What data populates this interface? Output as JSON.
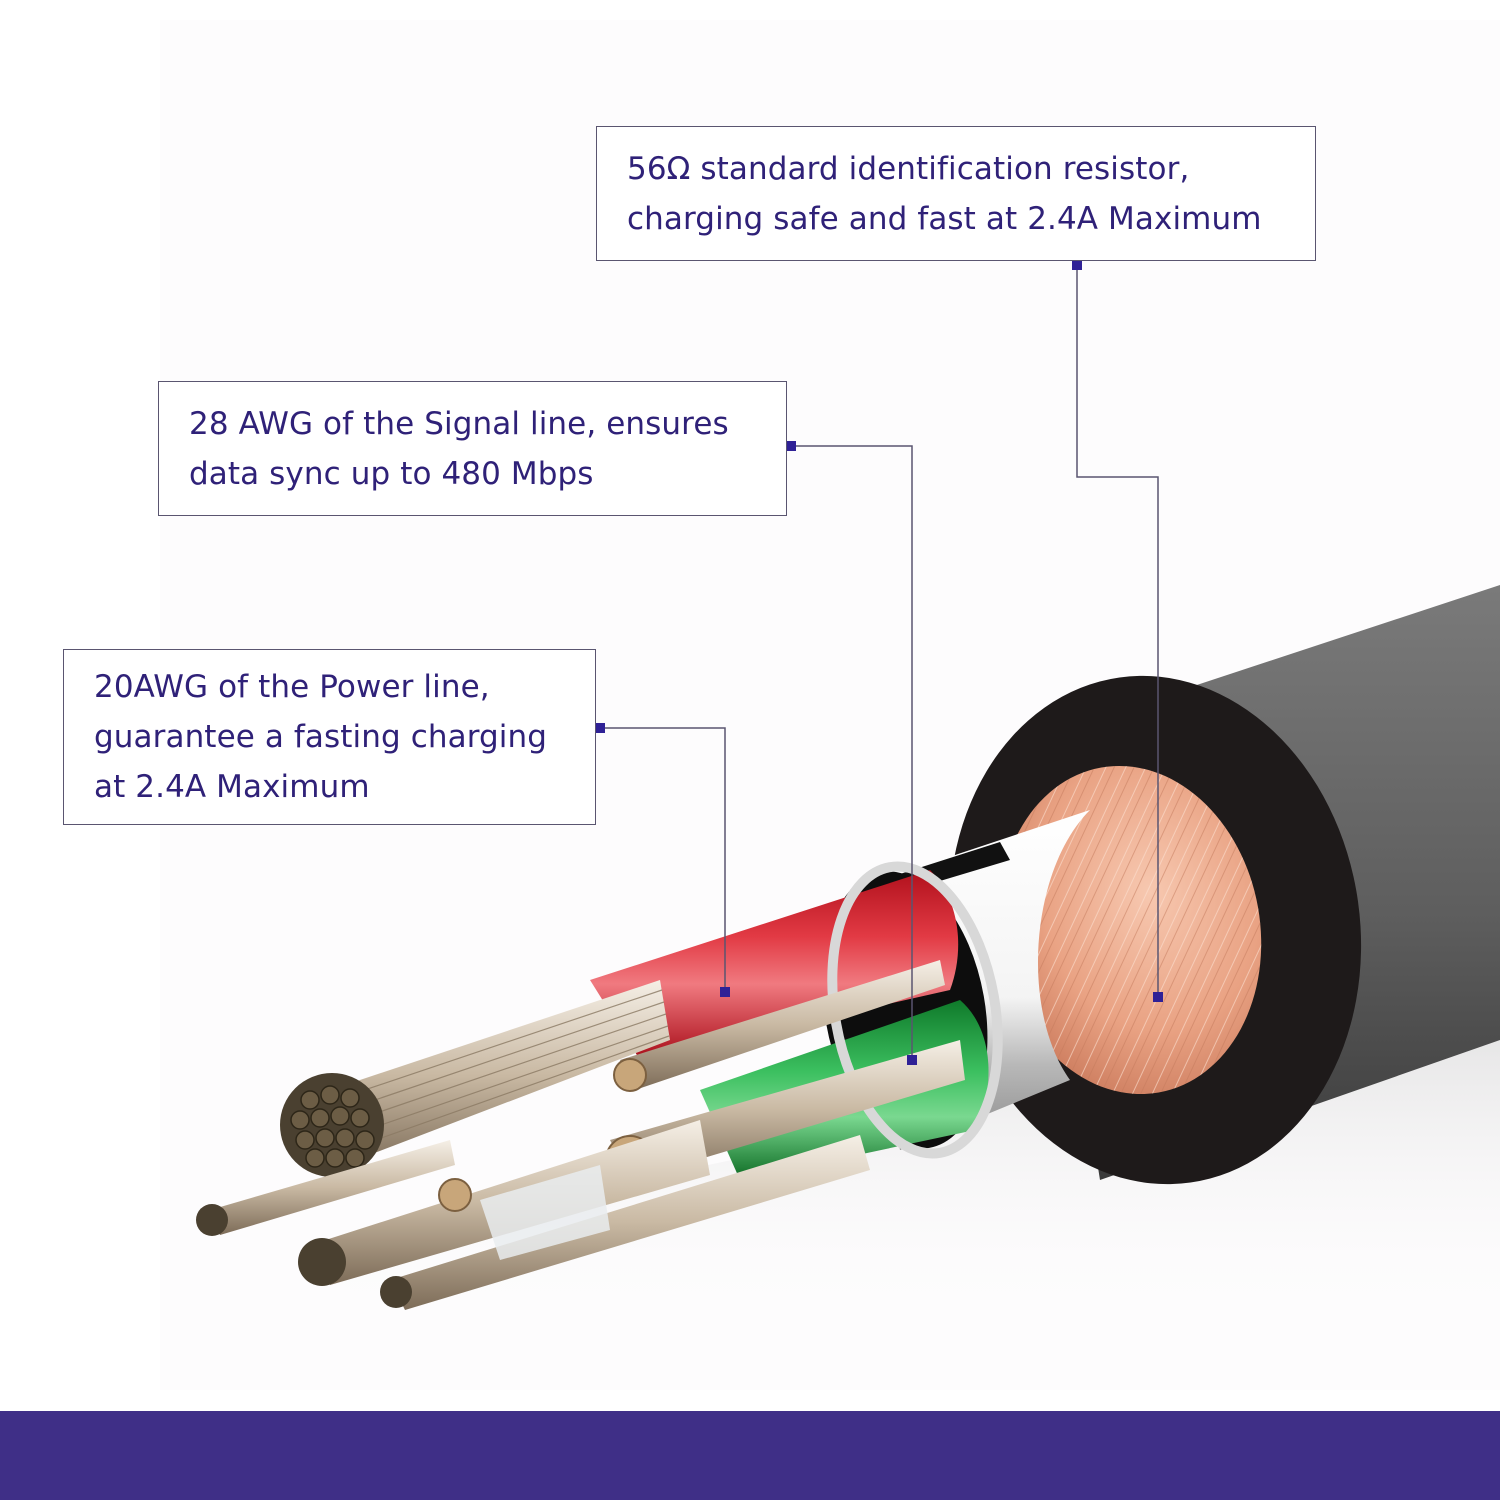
{
  "callouts": [
    {
      "id": "resistor",
      "lines": [
        "56Ω standard identification resistor,",
        "charging safe and fast at 2.4A Maximum"
      ],
      "target": "copper-braid-shield"
    },
    {
      "id": "signal",
      "lines": [
        "28 AWG of the Signal line, ensures",
        "data sync up to 480 Mbps"
      ],
      "target": "green-signal-wire"
    },
    {
      "id": "power",
      "lines": [
        "20AWG of the Power line,",
        "guarantee a fasting charging",
        "at 2.4A Maximum"
      ],
      "target": "red-power-wire"
    }
  ],
  "colors": {
    "text": "#2f2178",
    "marker": "#2f2196",
    "leader_line": "#5a5570",
    "footer": "#3f2f87",
    "jacket": "#6e6e6e",
    "jacket_end": "#1f1b1b",
    "braid": "#e8a88a",
    "foil": "#f2f2f2",
    "power_wire": "#c8202a",
    "signal_wire": "#22a040"
  }
}
